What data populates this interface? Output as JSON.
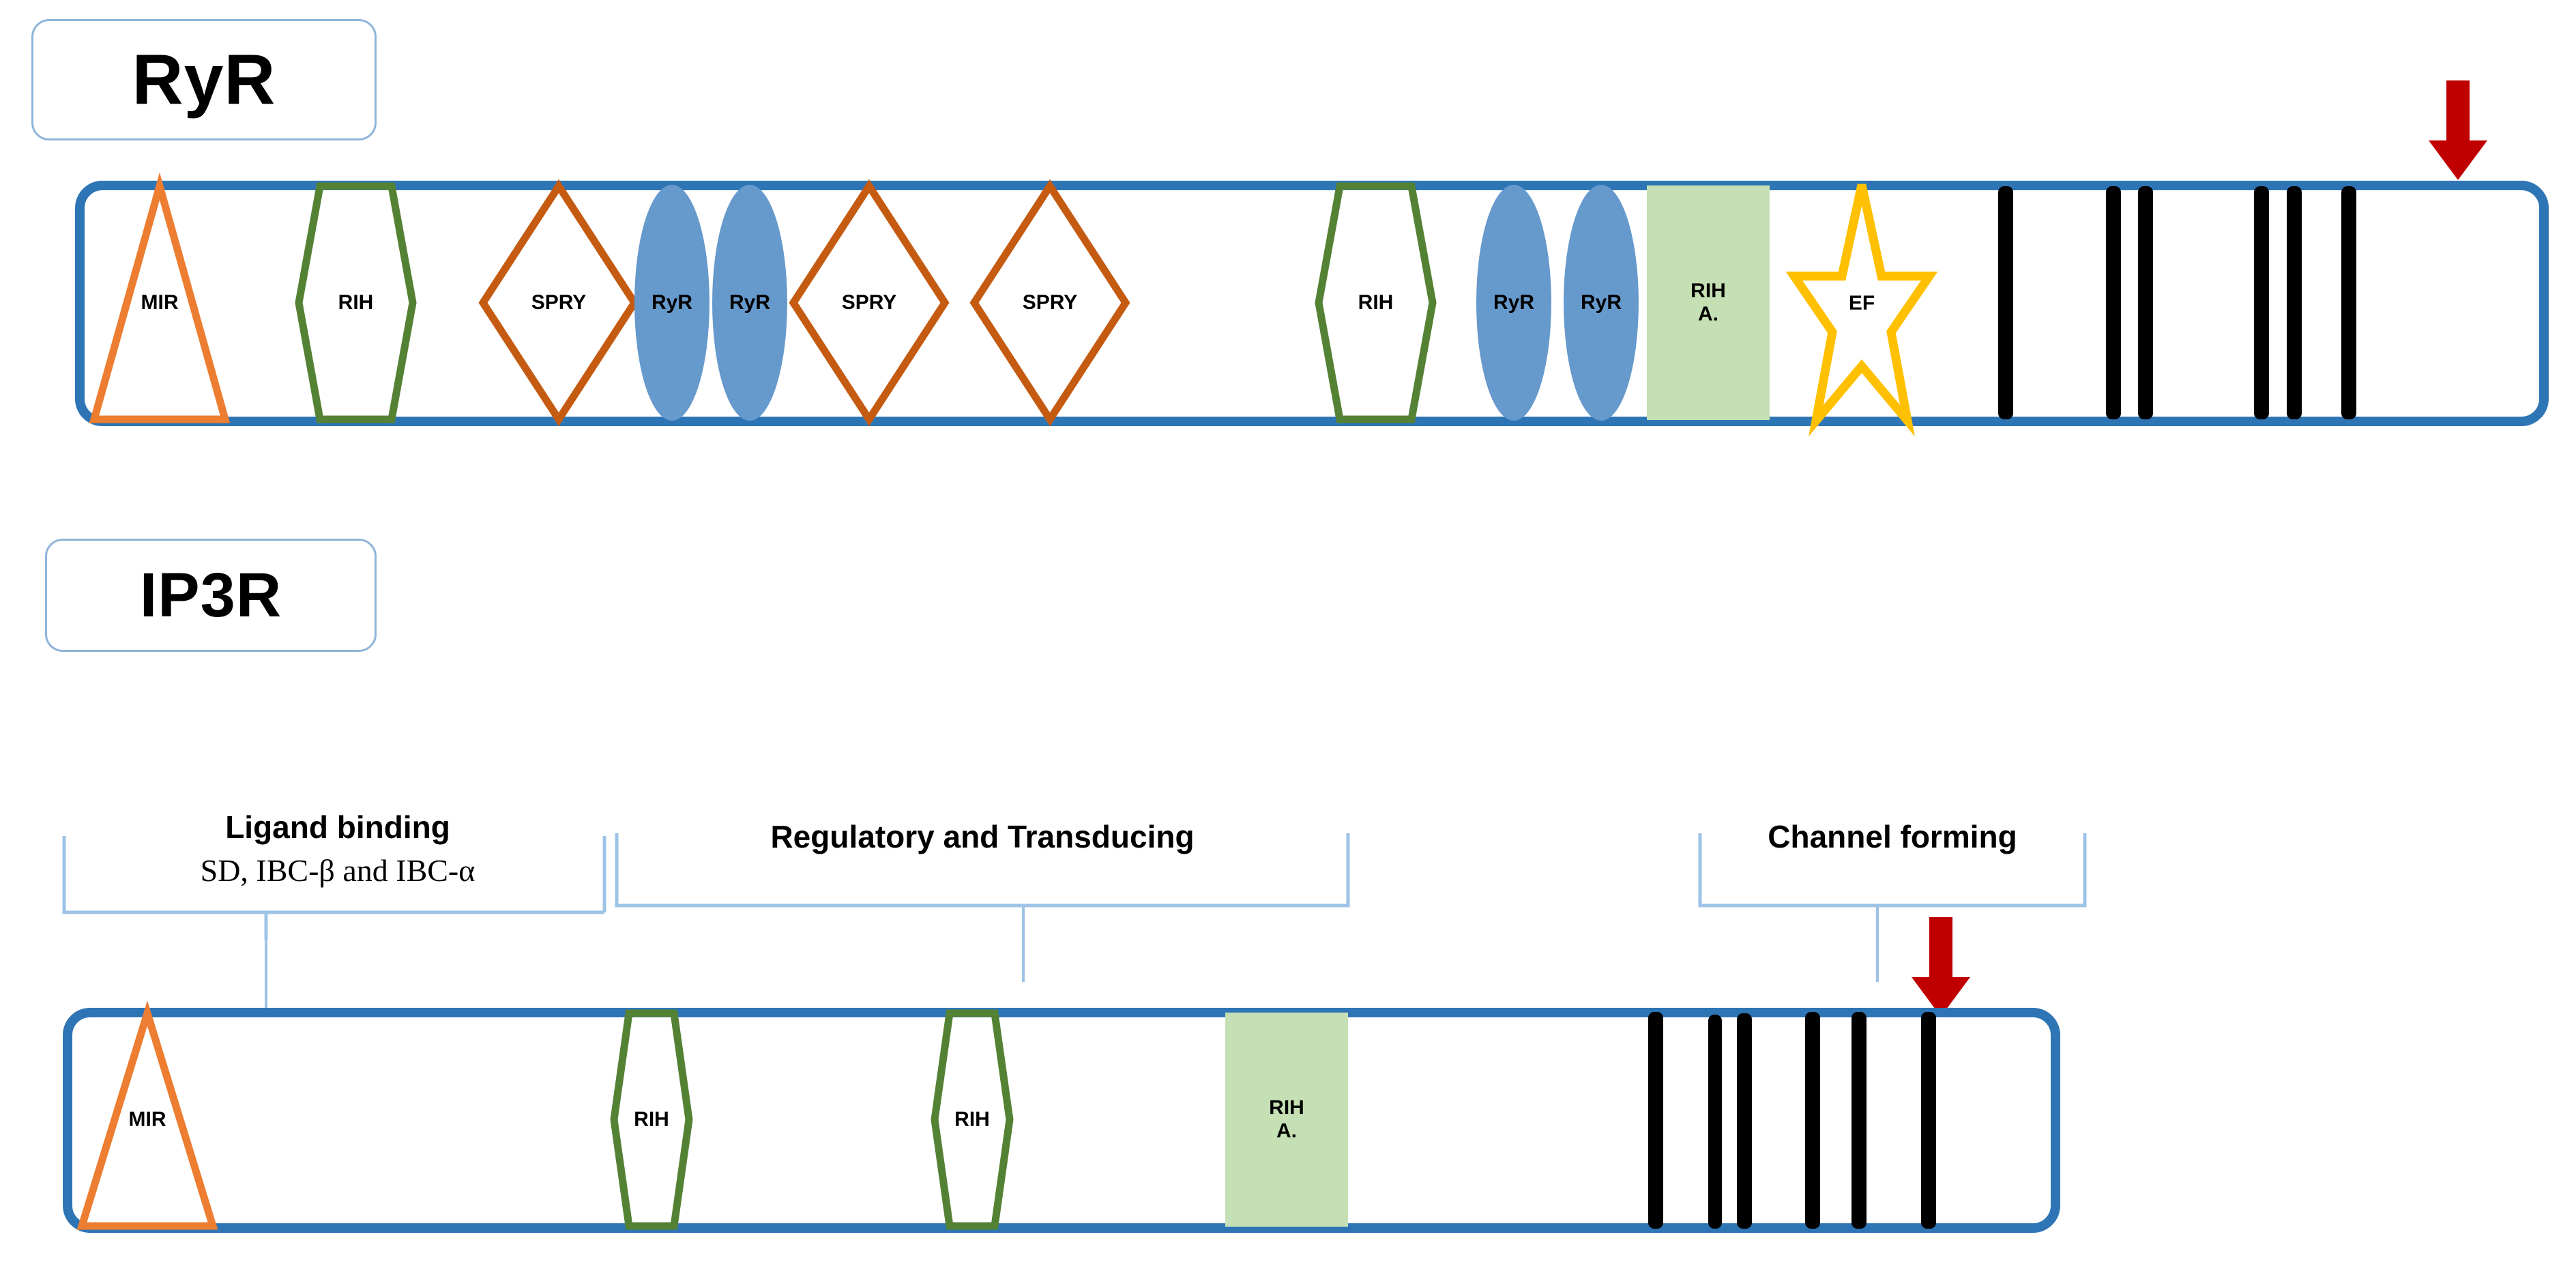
{
  "figure": {
    "background": "#FFFFFF",
    "colors": {
      "bar_outline": "#2E75B6",
      "chip_outline": "#8FB4D9",
      "mir_orange": "#ED7D31",
      "rih_green": "#548235",
      "spry_orange": "#C55A11",
      "ryr_blue": "#6699CC",
      "riha_fill": "#C5E0B4",
      "ef_yellow": "#FFC000",
      "tm_black": "#000000",
      "arrow_red": "#C00000",
      "bracket_blue": "#9DC3E6"
    }
  },
  "receptors": [
    {
      "id": "ryr",
      "chip_label": "RyR",
      "domains": [
        {
          "name": "MIR",
          "shape": "triangle",
          "label": "MIR"
        },
        {
          "name": "RIH",
          "shape": "hexagon",
          "label": "RIH"
        },
        {
          "name": "SPRY1",
          "shape": "diamond",
          "label": "SPRY"
        },
        {
          "name": "RyR1",
          "shape": "ellipse",
          "label": "RyR"
        },
        {
          "name": "RyR2",
          "shape": "ellipse",
          "label": "RyR"
        },
        {
          "name": "SPRY2",
          "shape": "diamond",
          "label": "SPRY"
        },
        {
          "name": "SPRY3",
          "shape": "diamond",
          "label": "SPRY"
        },
        {
          "name": "RIH2",
          "shape": "hexagon",
          "label": "RIH"
        },
        {
          "name": "RyR3",
          "shape": "ellipse",
          "label": "RyR"
        },
        {
          "name": "RyR4",
          "shape": "ellipse",
          "label": "RyR"
        },
        {
          "name": "RIH A.",
          "shape": "fillbox",
          "label": "RIH\nA."
        },
        {
          "name": "EF",
          "shape": "star",
          "label": "EF"
        }
      ],
      "transmembrane_count": 6,
      "marker": {
        "type": "red-down-arrow"
      }
    },
    {
      "id": "ip3r",
      "chip_label": "IP3R",
      "domains": [
        {
          "name": "MIR",
          "shape": "triangle",
          "label": "MIR"
        },
        {
          "name": "RIH1",
          "shape": "hexagon",
          "label": "RIH"
        },
        {
          "name": "RIH2",
          "shape": "hexagon",
          "label": "RIH"
        },
        {
          "name": "RIH A.",
          "shape": "fillbox",
          "label": "RIH\nA."
        }
      ],
      "transmembrane_count": 6,
      "marker": {
        "type": "red-down-arrow"
      }
    }
  ],
  "annotations": {
    "brackets": [
      {
        "id": "ligand-binding",
        "title": "Ligand binding",
        "subtitle": "SD,  IBC-β and IBC-α"
      },
      {
        "id": "regulatory",
        "title": "Regulatory and Transducing",
        "subtitle": ""
      },
      {
        "id": "channel-forming",
        "title": "Channel forming",
        "subtitle": ""
      }
    ]
  }
}
